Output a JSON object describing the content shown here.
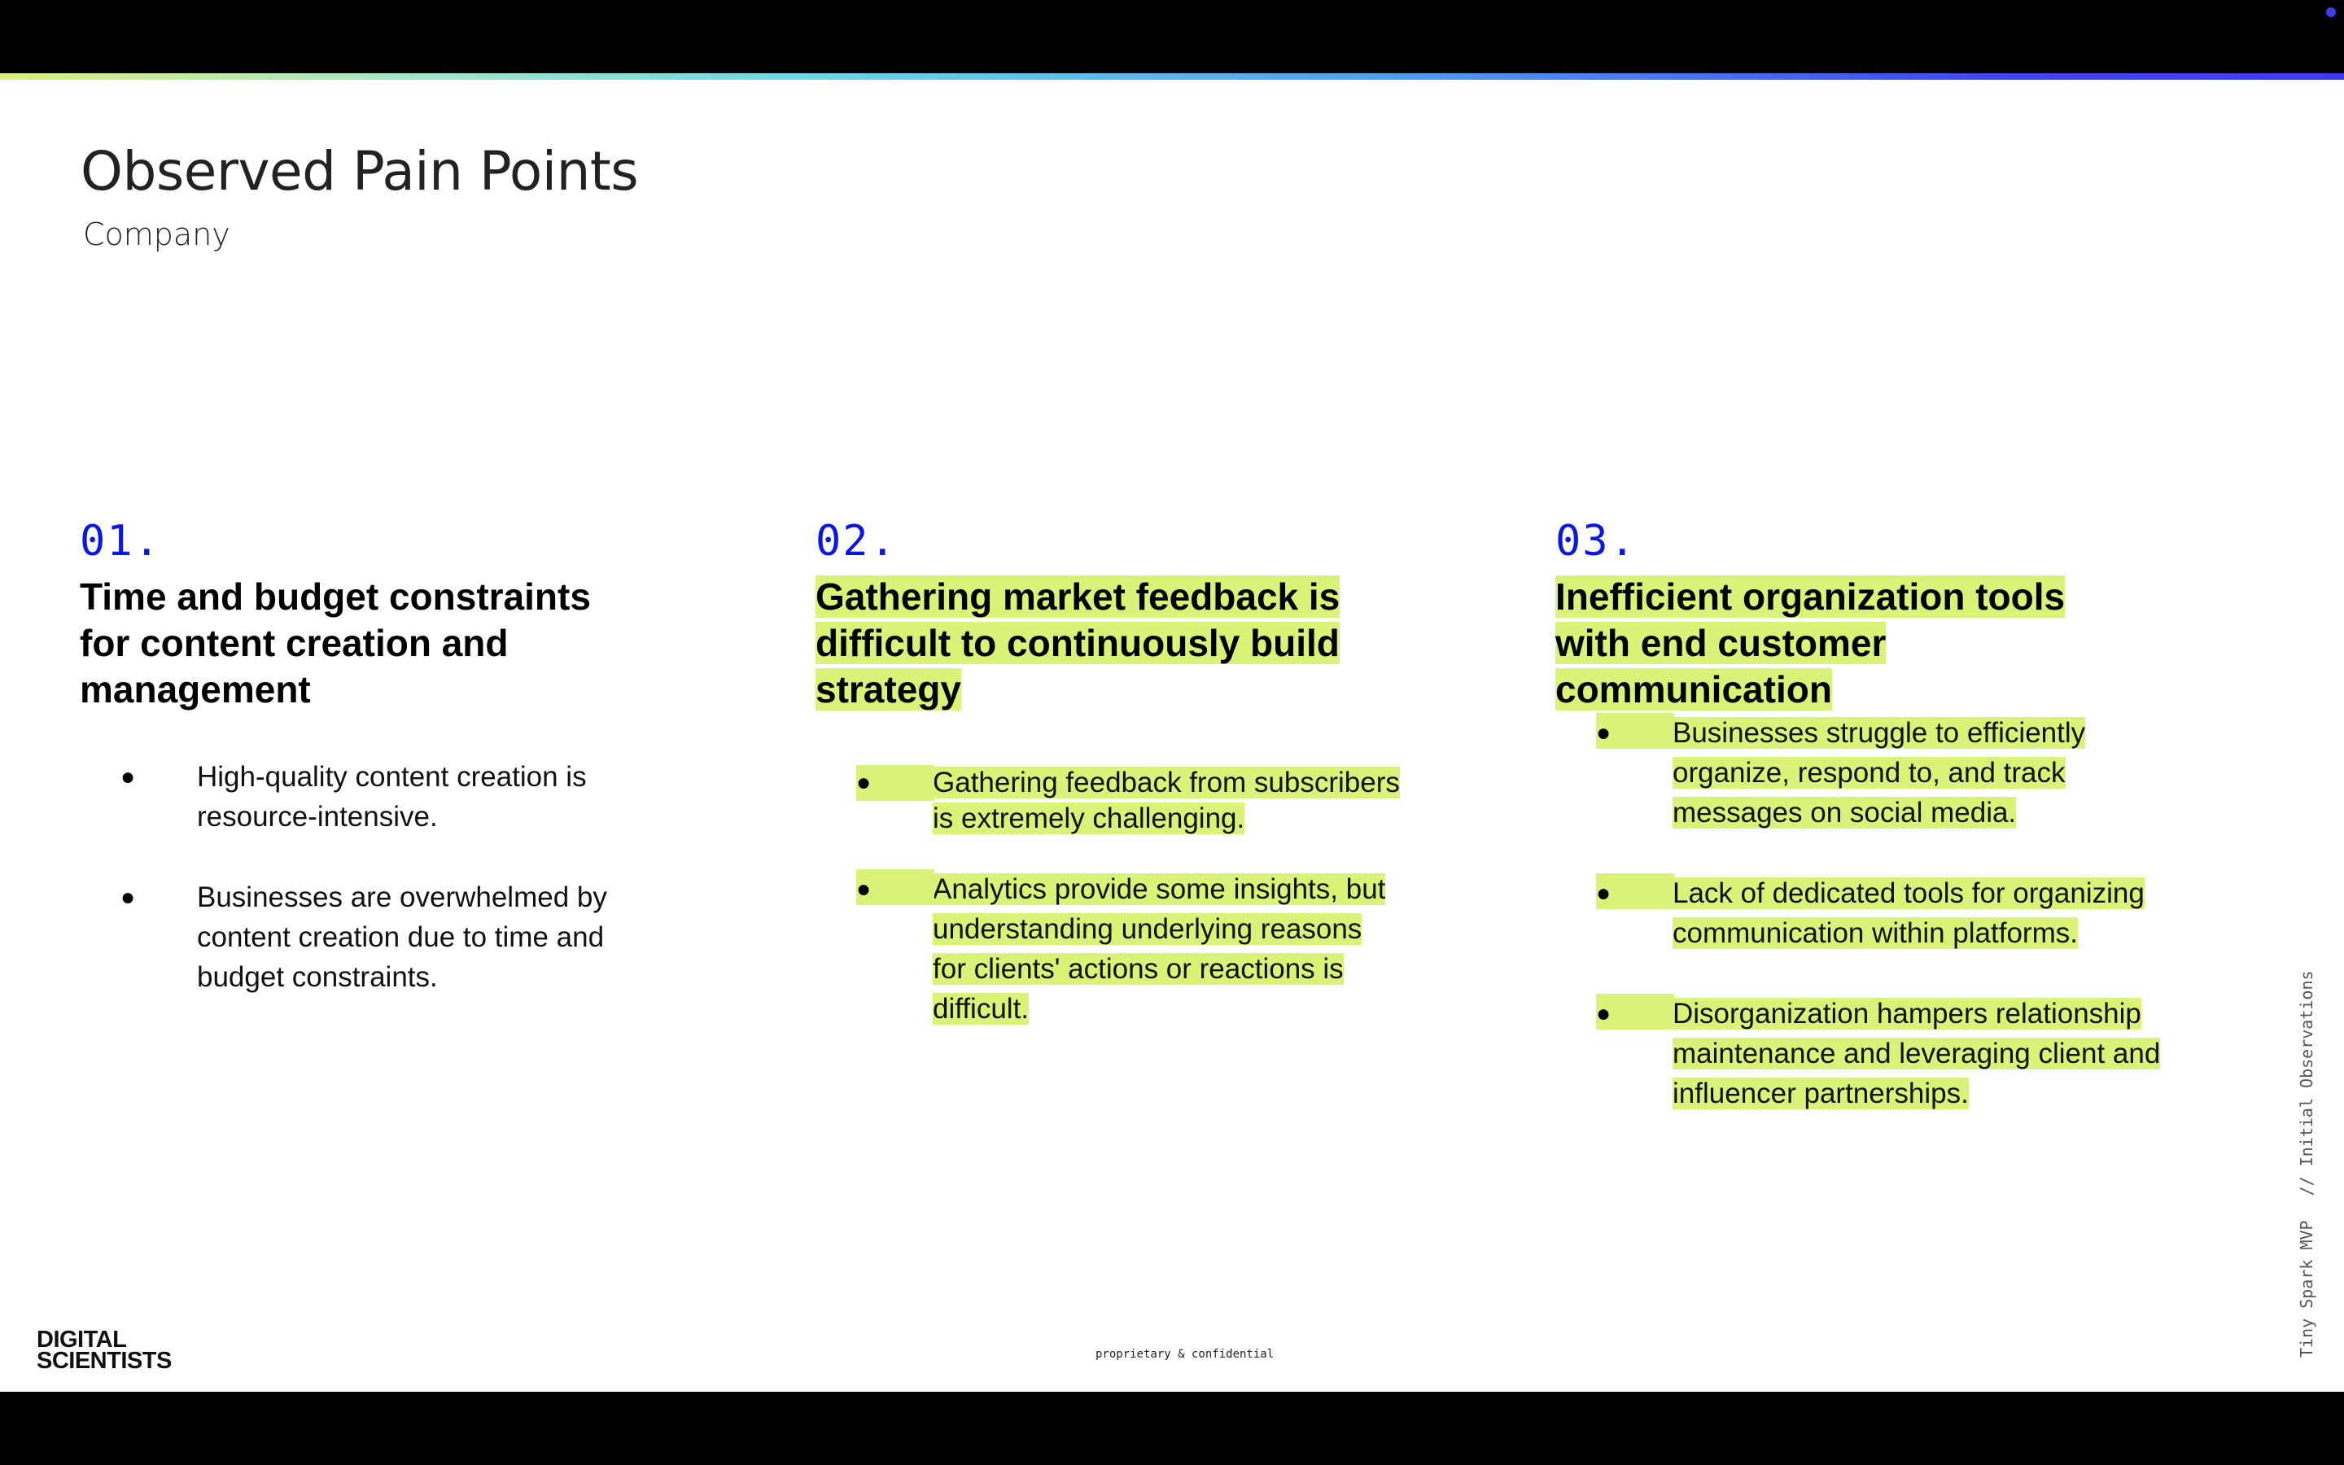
{
  "slide": {
    "title": "Observed Pain Points",
    "subtitle": "Company",
    "highlight_color": "#d9f378",
    "number_color": "#0b16e0",
    "columns": [
      {
        "number": "01.",
        "heading": "Time and budget constraints for content creation and management",
        "bullets": [
          "High-quality content creation is resource-intensive.",
          "Businesses are overwhelmed by content creation due to time and budget constraints."
        ]
      },
      {
        "number": "02.",
        "heading": "Gathering market feedback is difficult to continuously build strategy",
        "bullets": [
          "Gathering feedback from subscribers is extremely challenging.",
          "Analytics provide some insights, but understanding underlying reasons for clients' actions or reactions is difficult."
        ]
      },
      {
        "number": "03.",
        "heading": "Inefficient organization tools with end customer communication",
        "bullets": [
          "Businesses struggle to efficiently organize, respond to, and track messages on social media.",
          "Lack of dedicated tools for organizing communication within platforms.",
          "Disorganization hampers relationship maintenance and leveraging client and influencer partnerships."
        ]
      }
    ],
    "bullet_glyph": "●",
    "footer_note": "proprietary & confidential",
    "side_label_left": "Tiny Spark MVP",
    "side_label_right": "// Initial Observations",
    "logo": {
      "line1": "DIGITAL",
      "line2": "SCIENTISTS"
    }
  }
}
